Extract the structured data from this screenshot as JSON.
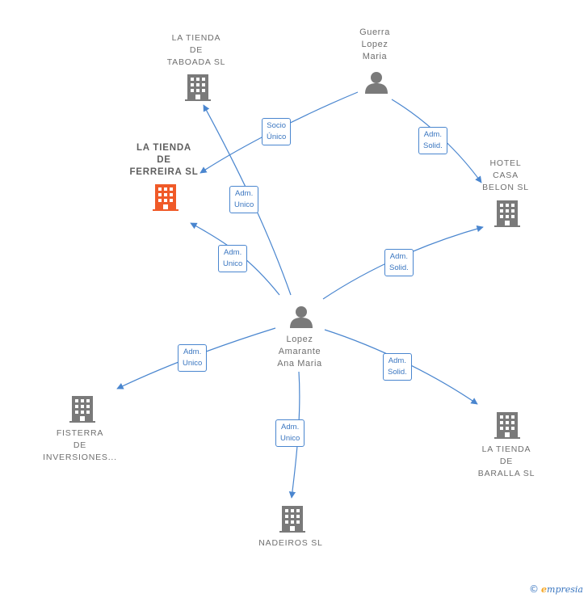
{
  "nodes": {
    "tienda_taboada": "LA TIENDA\nDE\nTABOADA  SL",
    "guerra": "Guerra\nLopez\nMaria",
    "tienda_ferreira": "LA TIENDA\nDE\nFERREIRA  SL",
    "hotel_casa_belon": "HOTEL\nCASA\nBELON  SL",
    "lopez_amarante": "Lopez\nAmarante\nAna Maria",
    "fisterra": "FISTERRA\nDE\nINVERSIONES...",
    "tienda_baralla": "LA TIENDA\nDE\nBARALLA  SL",
    "nadeiros": "NADEIROS SL"
  },
  "edges": {
    "guerra_ferreira": "Socio\nÚnico",
    "guerra_hotel": "Adm.\nSolid.",
    "lopez_taboada": "Adm.\nUnico",
    "lopez_ferreira": "Adm.\nUnico",
    "lopez_hotel": "Adm.\nSolid.",
    "lopez_fisterra": "Adm.\nUnico",
    "lopez_baralla": "Adm.\nSolid.",
    "lopez_nadeiros": "Adm.\nUnico"
  },
  "colors": {
    "edge": "#4a86cf",
    "icon": "#7a7a7a",
    "focus": "#f05a28"
  },
  "brand": {
    "copyright": "©",
    "e": "e",
    "rest": "mpresia"
  }
}
